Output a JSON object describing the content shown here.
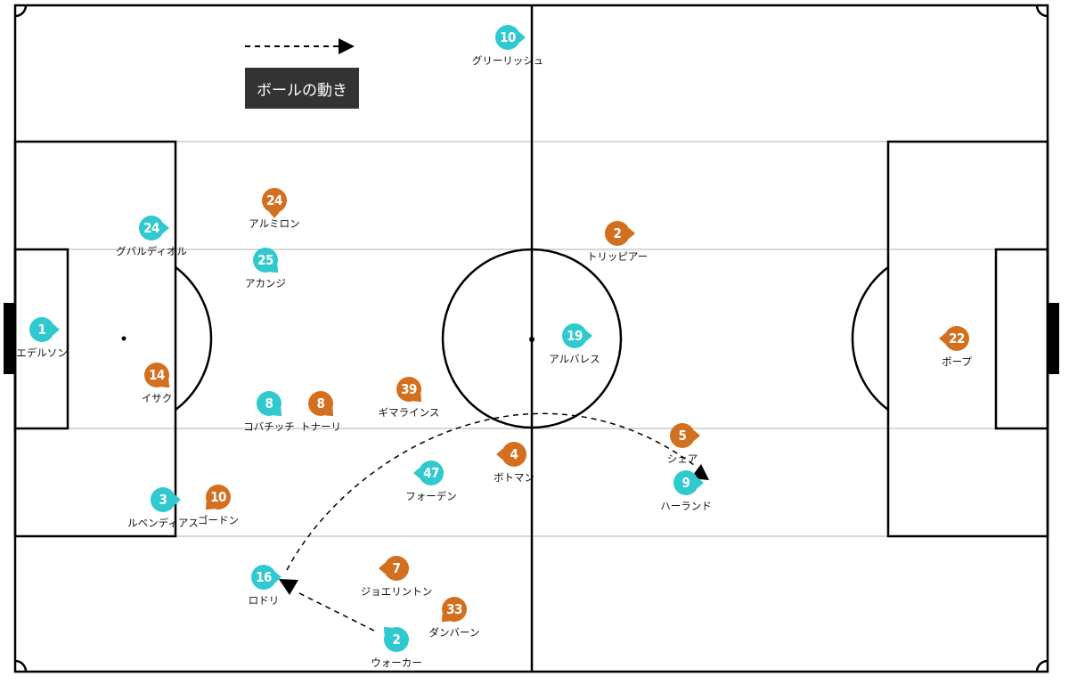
{
  "legend": {
    "label": "ボールの動き"
  },
  "colors": {
    "team_a": "#2fc9cf",
    "team_b": "#d2701f",
    "line": "#111111",
    "stripe": "#d7d7d7"
  },
  "players": [
    {
      "id": "ederson",
      "number": "1",
      "name": "エデルソン",
      "team": "a",
      "facing": "right"
    },
    {
      "id": "gvardiol",
      "number": "24",
      "name": "グバルディオル",
      "team": "a",
      "facing": "right"
    },
    {
      "id": "grealish",
      "number": "10",
      "name": "グリーリッシュ",
      "team": "a",
      "facing": "right"
    },
    {
      "id": "akanji",
      "number": "25",
      "name": "アカンジ",
      "team": "a",
      "facing": "down-right"
    },
    {
      "id": "kovacic",
      "number": "8",
      "name": "コバチッチ",
      "team": "a",
      "facing": "down-right"
    },
    {
      "id": "alvarez",
      "number": "19",
      "name": "アルバレス",
      "team": "a",
      "facing": "right"
    },
    {
      "id": "foden",
      "number": "47",
      "name": "フォーデン",
      "team": "a",
      "facing": "left"
    },
    {
      "id": "dias",
      "number": "3",
      "name": "ルベンディアス",
      "team": "a",
      "facing": "right"
    },
    {
      "id": "rodri",
      "number": "16",
      "name": "ロドリ",
      "team": "a",
      "facing": "right"
    },
    {
      "id": "walker",
      "number": "2",
      "name": "ウォーカー",
      "team": "a",
      "facing": "up-left"
    },
    {
      "id": "haaland",
      "number": "9",
      "name": "ハーランド",
      "team": "a",
      "facing": "right"
    },
    {
      "id": "almiron",
      "number": "24",
      "name": "アルミロン",
      "team": "b",
      "facing": "down"
    },
    {
      "id": "isak",
      "number": "14",
      "name": "イサク",
      "team": "b",
      "facing": "down-right"
    },
    {
      "id": "tonali",
      "number": "8",
      "name": "トナーリ",
      "team": "b",
      "facing": "down-right"
    },
    {
      "id": "guimaraes",
      "number": "39",
      "name": "ギマラインス",
      "team": "b",
      "facing": "down-right"
    },
    {
      "id": "trippier",
      "number": "2",
      "name": "トリッピアー",
      "team": "b",
      "facing": "right"
    },
    {
      "id": "pope",
      "number": "22",
      "name": "ポープ",
      "team": "b",
      "facing": "left"
    },
    {
      "id": "botman",
      "number": "4",
      "name": "ボトマン",
      "team": "b",
      "facing": "left"
    },
    {
      "id": "schar",
      "number": "5",
      "name": "シェア",
      "team": "b",
      "facing": "right"
    },
    {
      "id": "gordon",
      "number": "10",
      "name": "ゴードン",
      "team": "b",
      "facing": "down-left"
    },
    {
      "id": "joelinton",
      "number": "7",
      "name": "ジョエリントン",
      "team": "b",
      "facing": "left"
    },
    {
      "id": "burn",
      "number": "33",
      "name": "ダンバーン",
      "team": "b",
      "facing": "down-left"
    }
  ]
}
